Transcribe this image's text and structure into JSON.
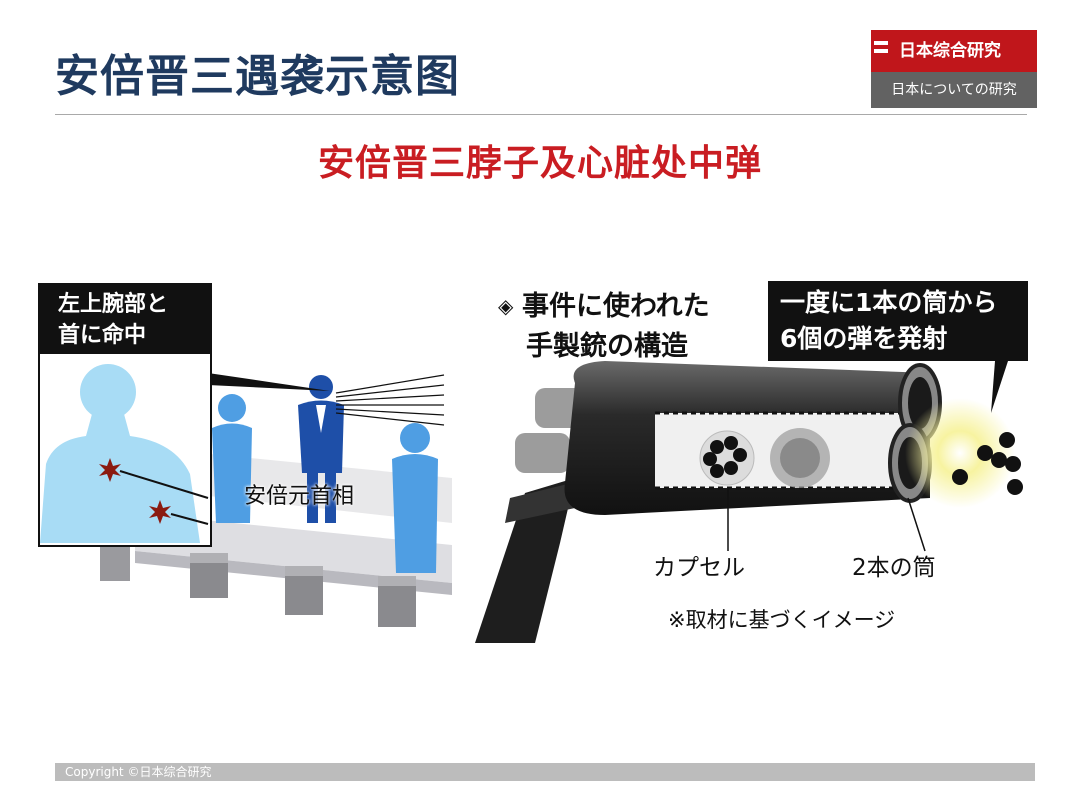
{
  "header": {
    "title": "安倍晋三遇袭示意图",
    "subtitle": "安倍晋三脖子及心脏处中弹"
  },
  "logo": {
    "name": "日本综合研究",
    "tagline": "日本についての研究",
    "colors": {
      "red": "#c0161b",
      "gray": "#626262"
    }
  },
  "left_panel": {
    "wound_label_line1": "左上腕部と",
    "wound_label_line2": "首に命中",
    "scene_label": "安倍元首相"
  },
  "right_panel": {
    "caption_line1": "事件に使われた",
    "caption_line2": "手製銃の構造",
    "fire_note_line1": "一度に1本の筒から",
    "fire_note_line2": "6個の弾を発射",
    "label_capsule": "カプセル",
    "label_tubes": "2本の筒",
    "note": "※取材に基づくイメージ"
  },
  "footer": {
    "copyright": "Copyright ©日本综合研究"
  },
  "colors": {
    "title": "#1f3a5f",
    "subtitle": "#c91d22",
    "figure_blue": "#4f9ee3",
    "body_light_blue": "#a8dcf5"
  }
}
